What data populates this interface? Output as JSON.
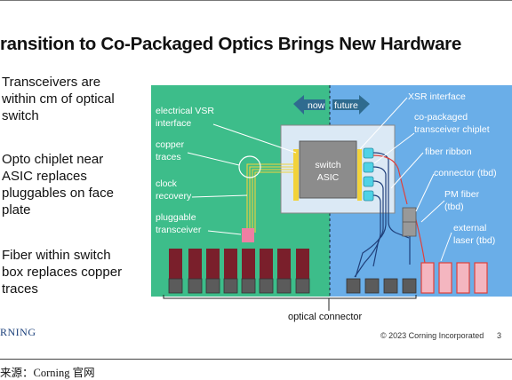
{
  "title": "ransition to Co-Packaged Optics Brings New Hardware",
  "bullets": [
    {
      "lines": [
        "Transceivers are",
        "within cm of optical",
        "switch"
      ]
    },
    {
      "lines": [
        "Opto chiplet near",
        "ASIC replaces",
        "pluggables on face",
        "plate"
      ]
    },
    {
      "lines": [
        "Fiber within switch",
        "box replaces copper",
        "traces"
      ]
    }
  ],
  "diagram": {
    "arrow_now": "now",
    "arrow_future": "future",
    "left_labels": {
      "vsr": [
        "electrical VSR",
        "interface"
      ],
      "copper": [
        "copper",
        "traces"
      ],
      "clock": [
        "clock",
        "recovery"
      ],
      "pluggable": [
        "pluggable",
        "transceiver"
      ]
    },
    "switch": [
      "switch",
      "ASIC"
    ],
    "right_labels": {
      "xsr": "XSR interface",
      "copackaged": [
        "co-packaged",
        "transceiver chiplet"
      ],
      "ribbon": "fiber ribbon",
      "connector": "connector (tbd)",
      "pm_fiber": [
        "PM fiber",
        "(tbd)"
      ],
      "laser": [
        "external",
        "laser (tbd)"
      ]
    },
    "optical_connector": "optical connector",
    "colors": {
      "left_panel": "#3dbd8a",
      "right_panel": "#6aaee8",
      "arrow": "#2f6b8f",
      "pluggable": "#7a1f2b",
      "connector": "#5b5b5b",
      "laser": "#f4b6c0",
      "accent_red": "#e0403a"
    }
  },
  "footer": {
    "logo": "RNING",
    "copyright": "© 2023 Corning Incorporated",
    "page": "3",
    "source": "来源：Corning 官网"
  }
}
